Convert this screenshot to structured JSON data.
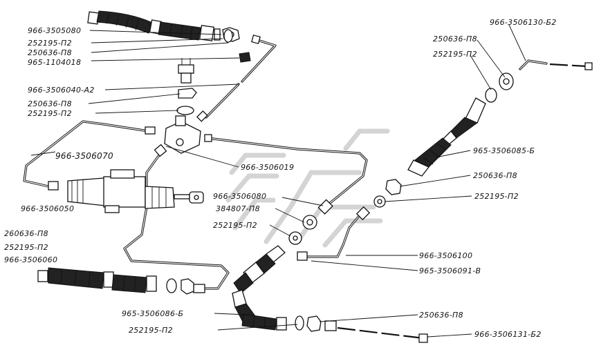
{
  "labels": [
    "966-3505080",
    "252195-П2",
    "250636-П8",
    "965-1104018",
    "966-3506040-А2",
    "250636-П8",
    "252195-П2",
    "966-3506070",
    "966-3506050",
    "260636-П8",
    "252195-П2",
    "966-3506060",
    "966-3506019",
    "966-3506080",
    "384807-П8",
    "252195-П2",
    "965-3506086-Б",
    "252195-П2",
    "966-3506130-Б2",
    "250636-П8",
    "252195-П2",
    "965-3506085-Б",
    "250636-П8",
    "252195-П2",
    "966-3506100",
    "965-3506091-В",
    "250636-П8",
    "966-3506131-Б2"
  ]
}
